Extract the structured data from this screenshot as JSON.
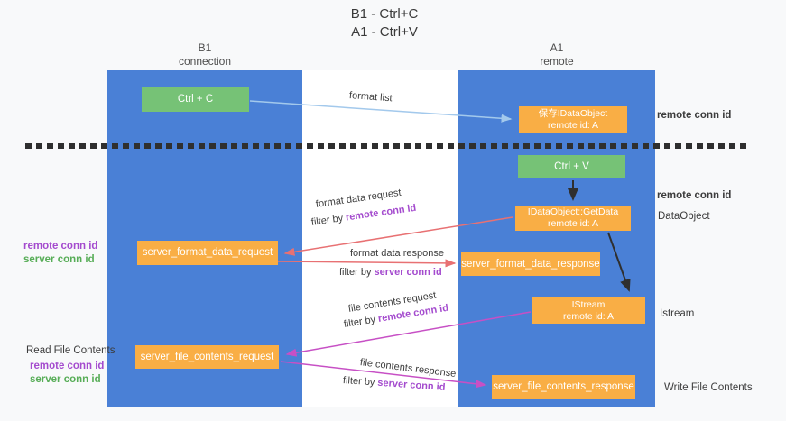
{
  "title": {
    "line1": "B1 - Ctrl+C",
    "line2": "A1 - Ctrl+V"
  },
  "lanes": {
    "left": {
      "title": "B1",
      "subtitle": "connection"
    },
    "right": {
      "title": "A1",
      "subtitle": "remote"
    }
  },
  "nodes": {
    "ctrl_c": {
      "label": "Ctrl + C"
    },
    "ctrl_v": {
      "label": "Ctrl + V"
    },
    "save_dataobject": {
      "line1": "保存IDataObject",
      "line2": "remote id: A"
    },
    "getdata": {
      "line1": "IDataObject::GetData",
      "line2": "remote id: A"
    },
    "istream": {
      "line1": "IStream",
      "line2": "remote id: A"
    },
    "server_format_data_request": {
      "label": "server_format_data_request"
    },
    "server_format_data_response": {
      "label": "server_format_data_response"
    },
    "server_file_contents_request": {
      "label": "server_file_contents_request"
    },
    "server_file_contents_response": {
      "label": "server_file_contents_response"
    }
  },
  "arrows": {
    "format_list": {
      "label": "format list"
    },
    "format_data_request": {
      "label": "format data request",
      "filter_prefix": "filter by",
      "filter_key": "remote conn id"
    },
    "format_data_response": {
      "label": "format data response",
      "filter_prefix": "filter by",
      "filter_key": "server conn id"
    },
    "file_contents_request": {
      "label": "file contents request",
      "filter_prefix": "filter by",
      "filter_key": "remote conn id"
    },
    "file_contents_response": {
      "label": "file contents response",
      "filter_prefix": "filter by",
      "filter_key": "server conn id"
    }
  },
  "annotations": {
    "right_remote_conn_id_top": "remote conn id",
    "right_remote_conn_id_mid": "remote conn id",
    "right_dataobject": "DataObject",
    "right_istream": "Istream",
    "right_write_file_contents": "Write File Contents",
    "left_remote_conn_id_mid": "remote conn id",
    "left_server_conn_id_mid": "server conn id",
    "left_read_file_contents": "Read File Contents",
    "left_remote_conn_id_bottom": "remote conn id",
    "left_server_conn_id_bottom": "server conn id"
  },
  "colors": {
    "lane_blue": "#4a80d6",
    "box_green": "#76c276",
    "box_orange": "#f9ae45",
    "arrow_blue": "#a3c9ec",
    "arrow_red": "#e87173",
    "arrow_magenta": "#c750c5",
    "arrow_black": "#2f2f2f",
    "conn_purple": "#a44bce",
    "conn_green": "#57ad57"
  }
}
